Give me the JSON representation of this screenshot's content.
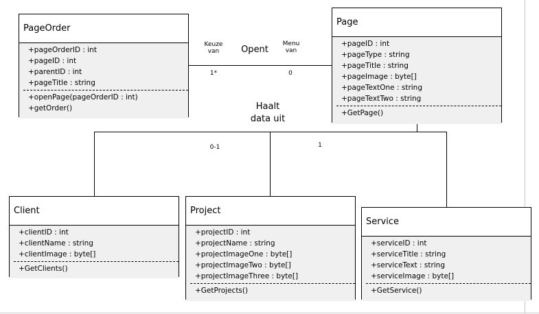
{
  "classes": {
    "pageorder": {
      "name": "PageOrder",
      "attributes": [
        "+pageOrderID : int",
        "+pageID : int",
        "+parentID : int",
        "+pageTitle : string"
      ],
      "operations": [
        "+openPage(pageOrderID : int)",
        "+getOrder()"
      ]
    },
    "page": {
      "name": "Page",
      "attributes": [
        "+pageID : int",
        "+pageType : string",
        "+pageTitle : string",
        "+pageImage : byte[]",
        "+pageTextOne : string",
        "+pageTextTwo : string"
      ],
      "operations": [
        "+GetPage()"
      ]
    },
    "client": {
      "name": "Client",
      "attributes": [
        "+clientID : int",
        "+clientName : string",
        "+clientImage : byte[]"
      ],
      "operations": [
        "+GetClients()"
      ]
    },
    "project": {
      "name": "Project",
      "attributes": [
        "+projectID : int",
        "+projectName : string",
        "+projectImageOne : byte[]",
        "+projectImageTwo : byte[]",
        "+projectImageThree : byte[]"
      ],
      "operations": [
        "+GetProjects()"
      ]
    },
    "service": {
      "name": "Service",
      "attributes": [
        "+serviceID : int",
        "+serviceTitle : string",
        "+serviceText : string",
        "+serviceImage : byte[]"
      ],
      "operations": [
        "+GetService()"
      ]
    }
  },
  "associations": {
    "opent": {
      "label": "Opent",
      "left_role_line1": "Keuze",
      "left_role_line2": "van",
      "right_role_line1": "Menu",
      "right_role_line2": "van",
      "left_multiplicity": "1*",
      "right_multiplicity": "0"
    },
    "haalt": {
      "label_line1": "Haalt",
      "label_line2": "data uit",
      "multiplicity_a": "0-1",
      "multiplicity_b": "1"
    }
  }
}
